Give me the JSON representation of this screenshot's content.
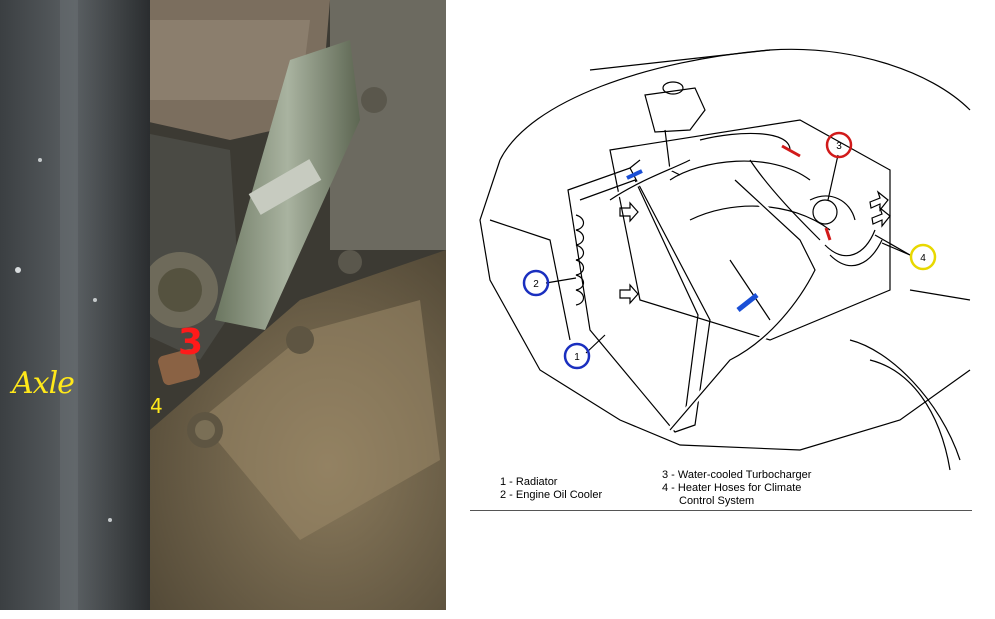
{
  "photo": {
    "axle_label": "Axle",
    "part3_label": "3",
    "part4_label": "4"
  },
  "diagram": {
    "callouts": [
      {
        "number": "1",
        "color": "#1a2fbf"
      },
      {
        "number": "2",
        "color": "#1a2fbf"
      },
      {
        "number": "3",
        "color": "#d11a1a"
      },
      {
        "number": "4",
        "color": "#e8d800"
      }
    ],
    "flow_colors": {
      "coolant_cold": "#1a4fd6",
      "coolant_hot": "#d11a1a"
    }
  },
  "legend": {
    "left": [
      "1 - Radiator",
      "2 - Engine Oil Cooler"
    ],
    "right": [
      "3 - Water-cooled Turbocharger",
      "4 - Heater Hoses for Climate",
      "Control System"
    ]
  }
}
